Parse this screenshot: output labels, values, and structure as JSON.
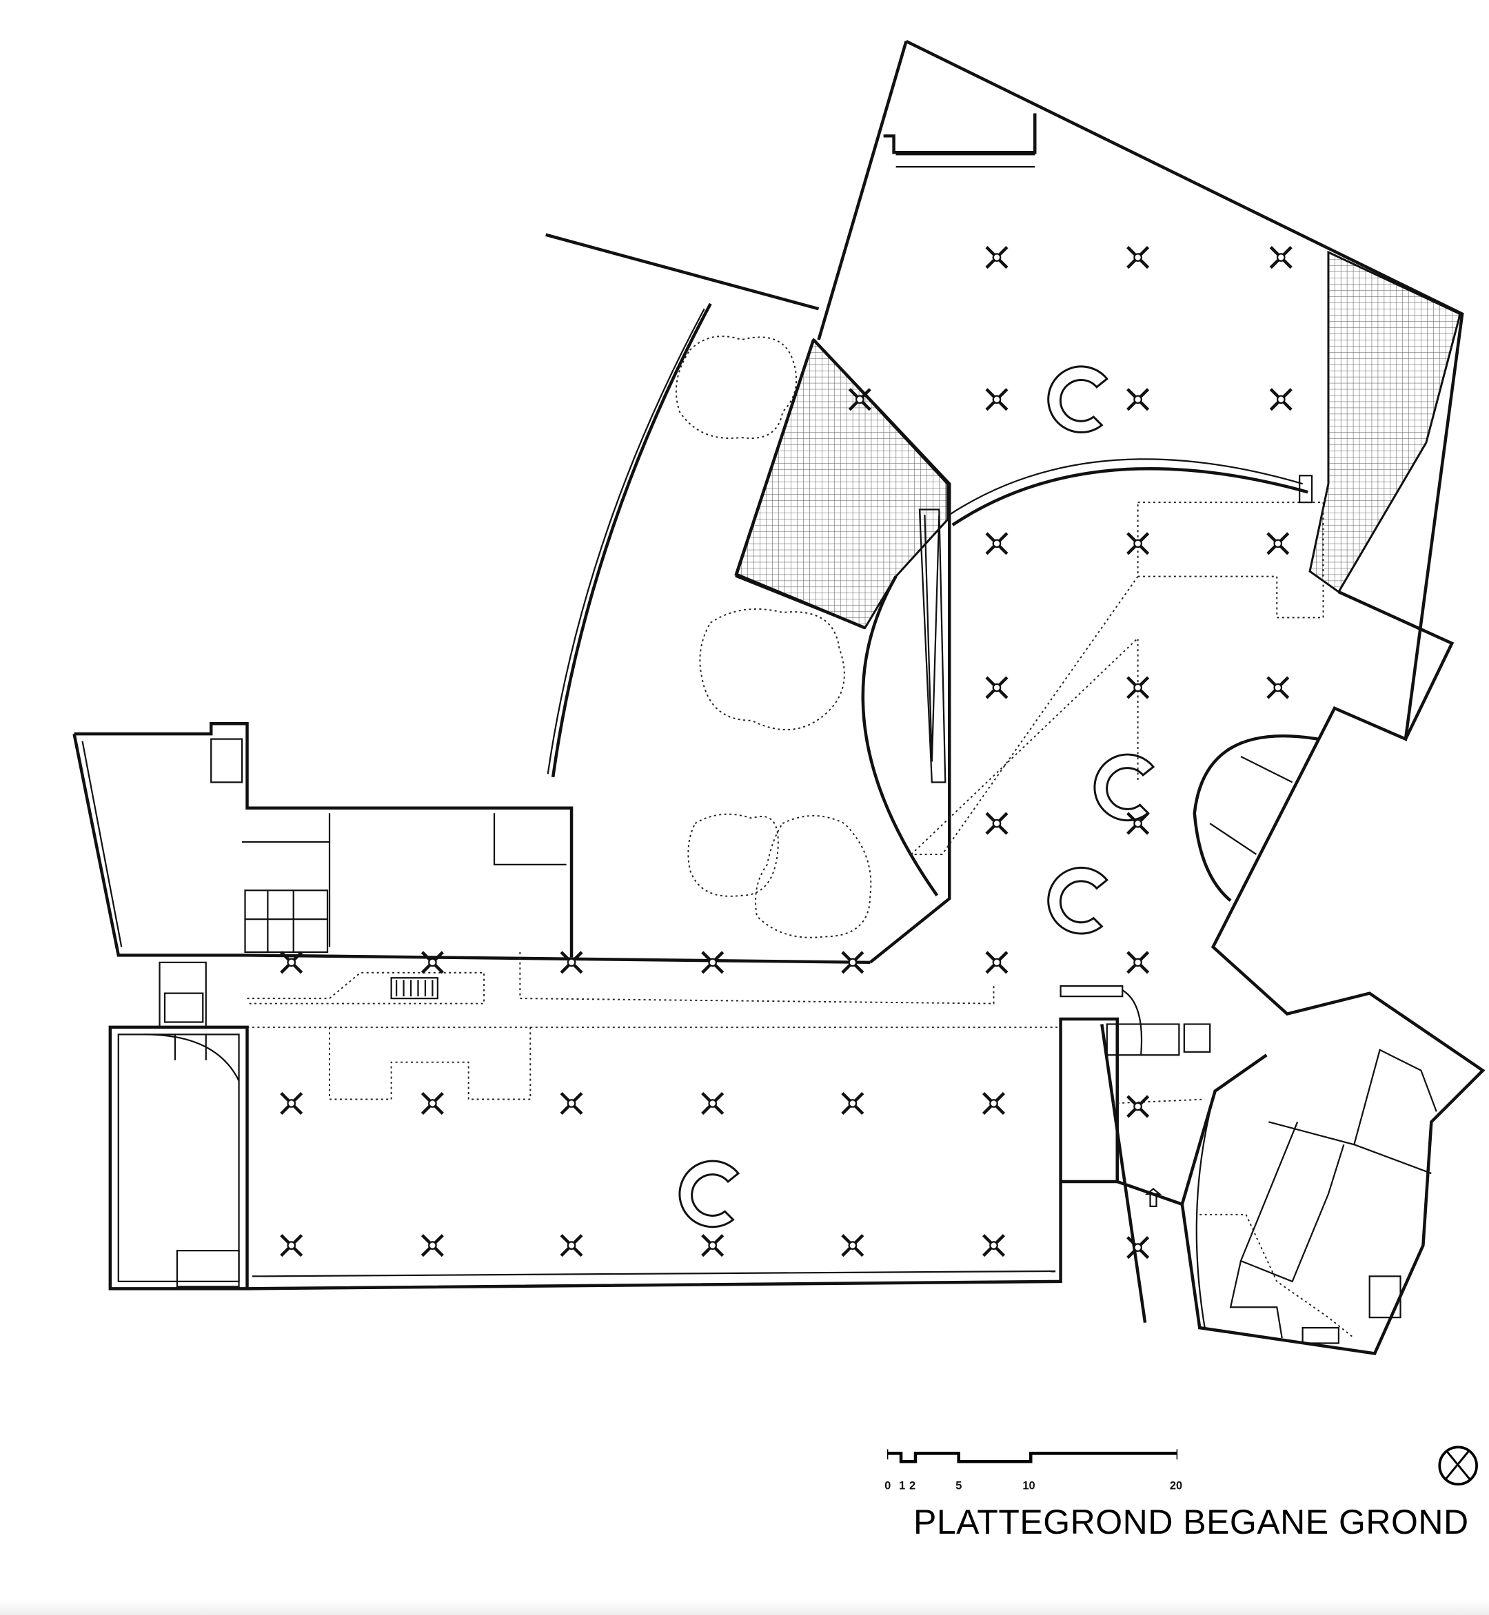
{
  "title": "PLATTEGROND BEGANE GROND",
  "scale_bar": {
    "labels": [
      "0",
      "1",
      "2",
      "5",
      "10",
      "20"
    ]
  },
  "north_symbol": "circle-x-icon"
}
